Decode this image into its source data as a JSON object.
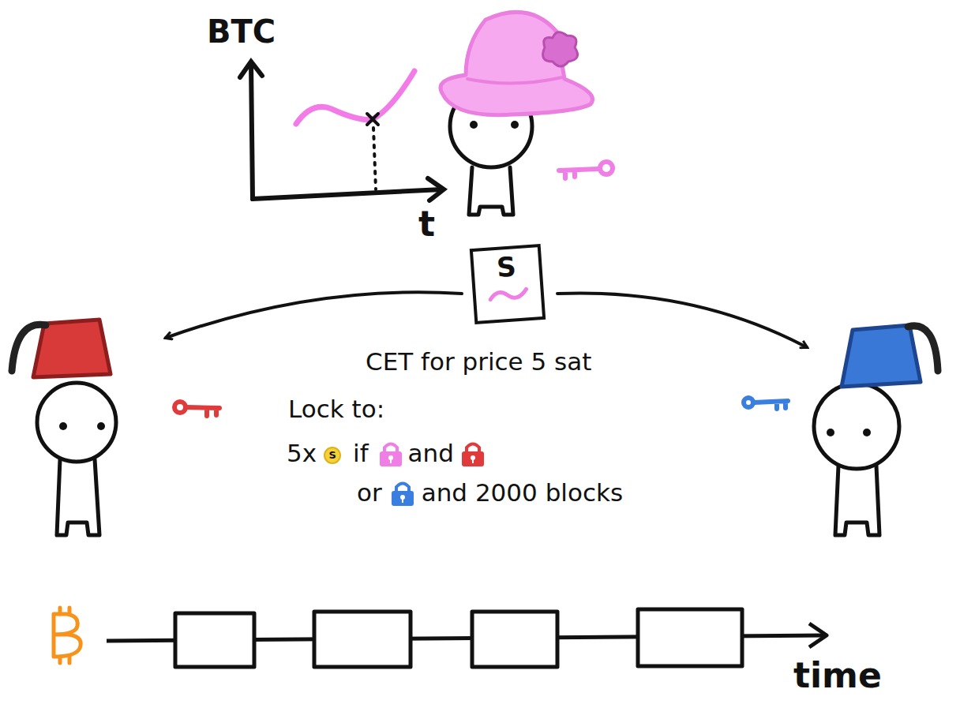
{
  "diagram": {
    "nodes": [
      {
        "text": [
          "S"
        ]
      }
    ],
    "labels": [
      "BTC",
      "t",
      "CET for price 5 sat",
      "Lock to:",
      "5x",
      "S",
      "if",
      "and",
      "or",
      "and 2000 blocks",
      "time"
    ]
  }
}
